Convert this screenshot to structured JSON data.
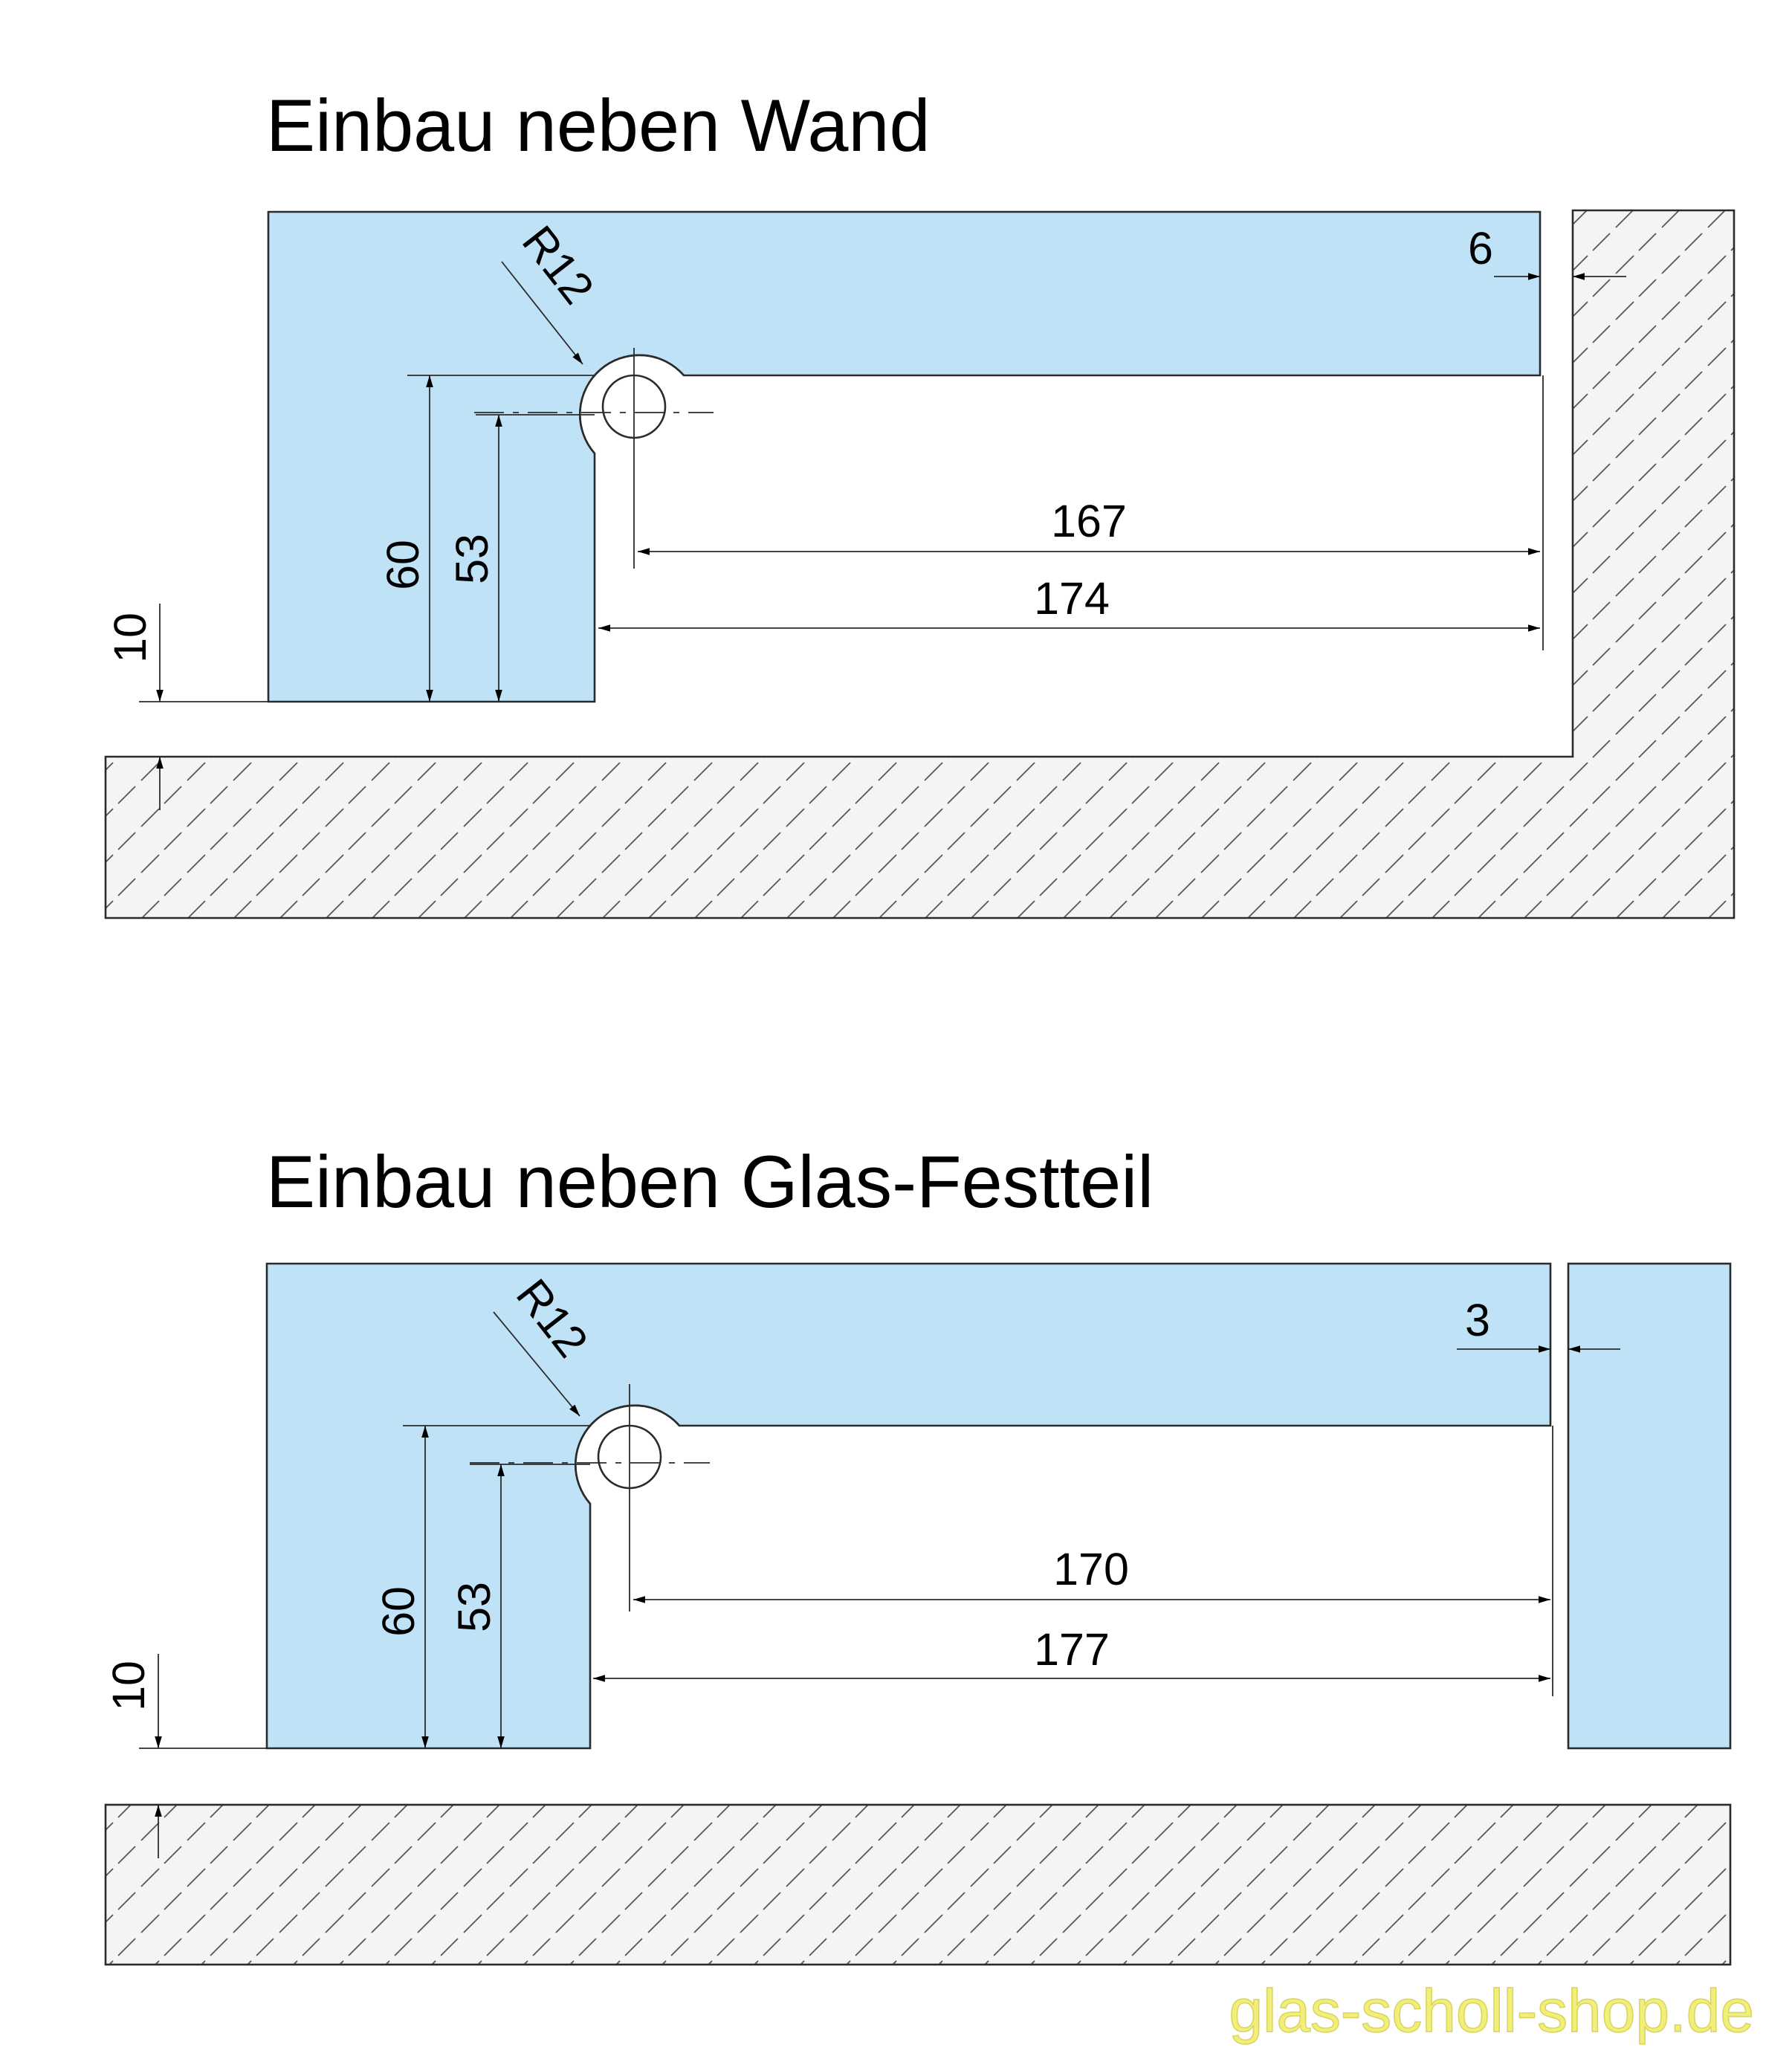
{
  "sections": [
    {
      "title": "Einbau neben Wand",
      "radius_label": "R12",
      "gap_label": "6",
      "inner_length_label": "167",
      "outer_length_label": "174",
      "height_outer_label": "60",
      "height_inner_label": "53",
      "floor_gap_label": "10"
    },
    {
      "title": "Einbau neben Glas-Festteil",
      "radius_label": "R12",
      "gap_label": "3",
      "inner_length_label": "170",
      "outer_length_label": "177",
      "height_outer_label": "60",
      "height_inner_label": "53",
      "floor_gap_label": "10"
    }
  ],
  "watermark": "glas-scholl-shop.de",
  "colors": {
    "glass": "#bfe2f7",
    "concrete": "#f4f4f4",
    "line": "#2b2b2b",
    "watermark": "#f2ee7a"
  }
}
